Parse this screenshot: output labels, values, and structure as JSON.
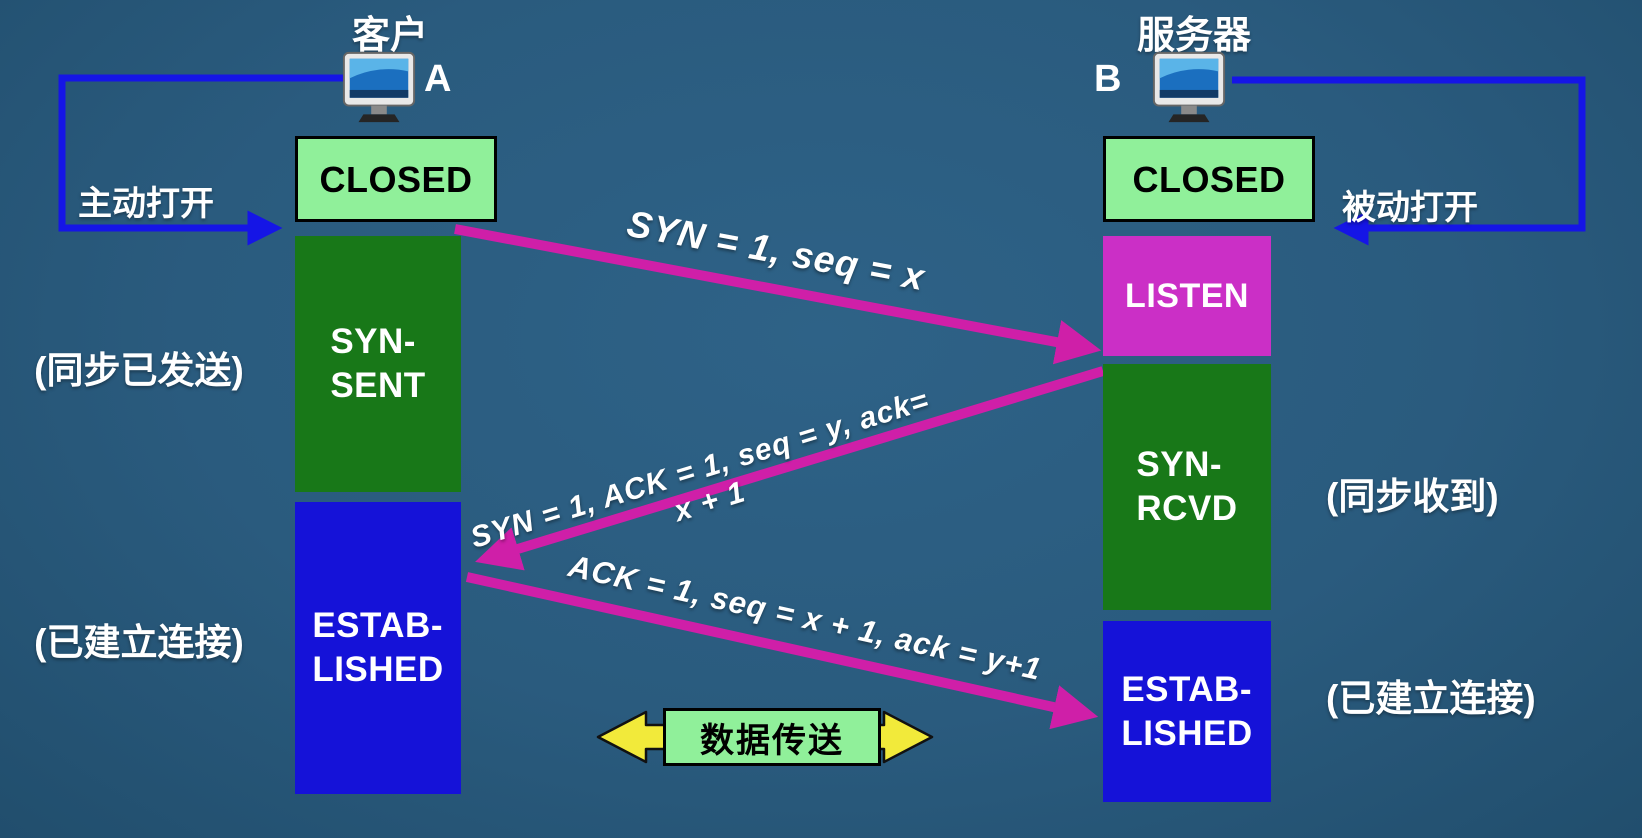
{
  "diagram": {
    "client": {
      "title": "客户",
      "letter": "A",
      "open_label": "主动打开",
      "state_closed": "CLOSED",
      "state_syn_sent": "SYN-\nSENT",
      "state_established": "ESTAB-\nLISHED",
      "note_syn_sent": "(同步已发送)",
      "note_established": "(已建立连接)"
    },
    "server": {
      "title": "服务器",
      "letter": "B",
      "open_label": "被动打开",
      "state_closed": "CLOSED",
      "state_listen": "LISTEN",
      "state_syn_rcvd": "SYN-\nRCVD",
      "state_established": "ESTAB-\nLISHED",
      "note_syn_rcvd": "(同步收到)",
      "note_established": "(已建立连接)"
    },
    "messages": {
      "syn": "SYN = 1, seq = x",
      "syn_ack": "SYN = 1, ACK = 1, seq = y, ack= x + 1",
      "ack": "ACK = 1, seq = x + 1, ack = y+1"
    },
    "data_transfer_label": "数据传送",
    "colors": {
      "background": "#2a5b7e",
      "state_closed_bg": "#90f09a",
      "state_green_bg": "#187818",
      "state_blue_bg": "#1512d8",
      "state_listen_bg": "#cb2fc6",
      "arrow_magenta": "#cf1fa8",
      "arrow_blue": "#1515e6",
      "data_arrow_yellow": "#f2ea3a"
    }
  }
}
